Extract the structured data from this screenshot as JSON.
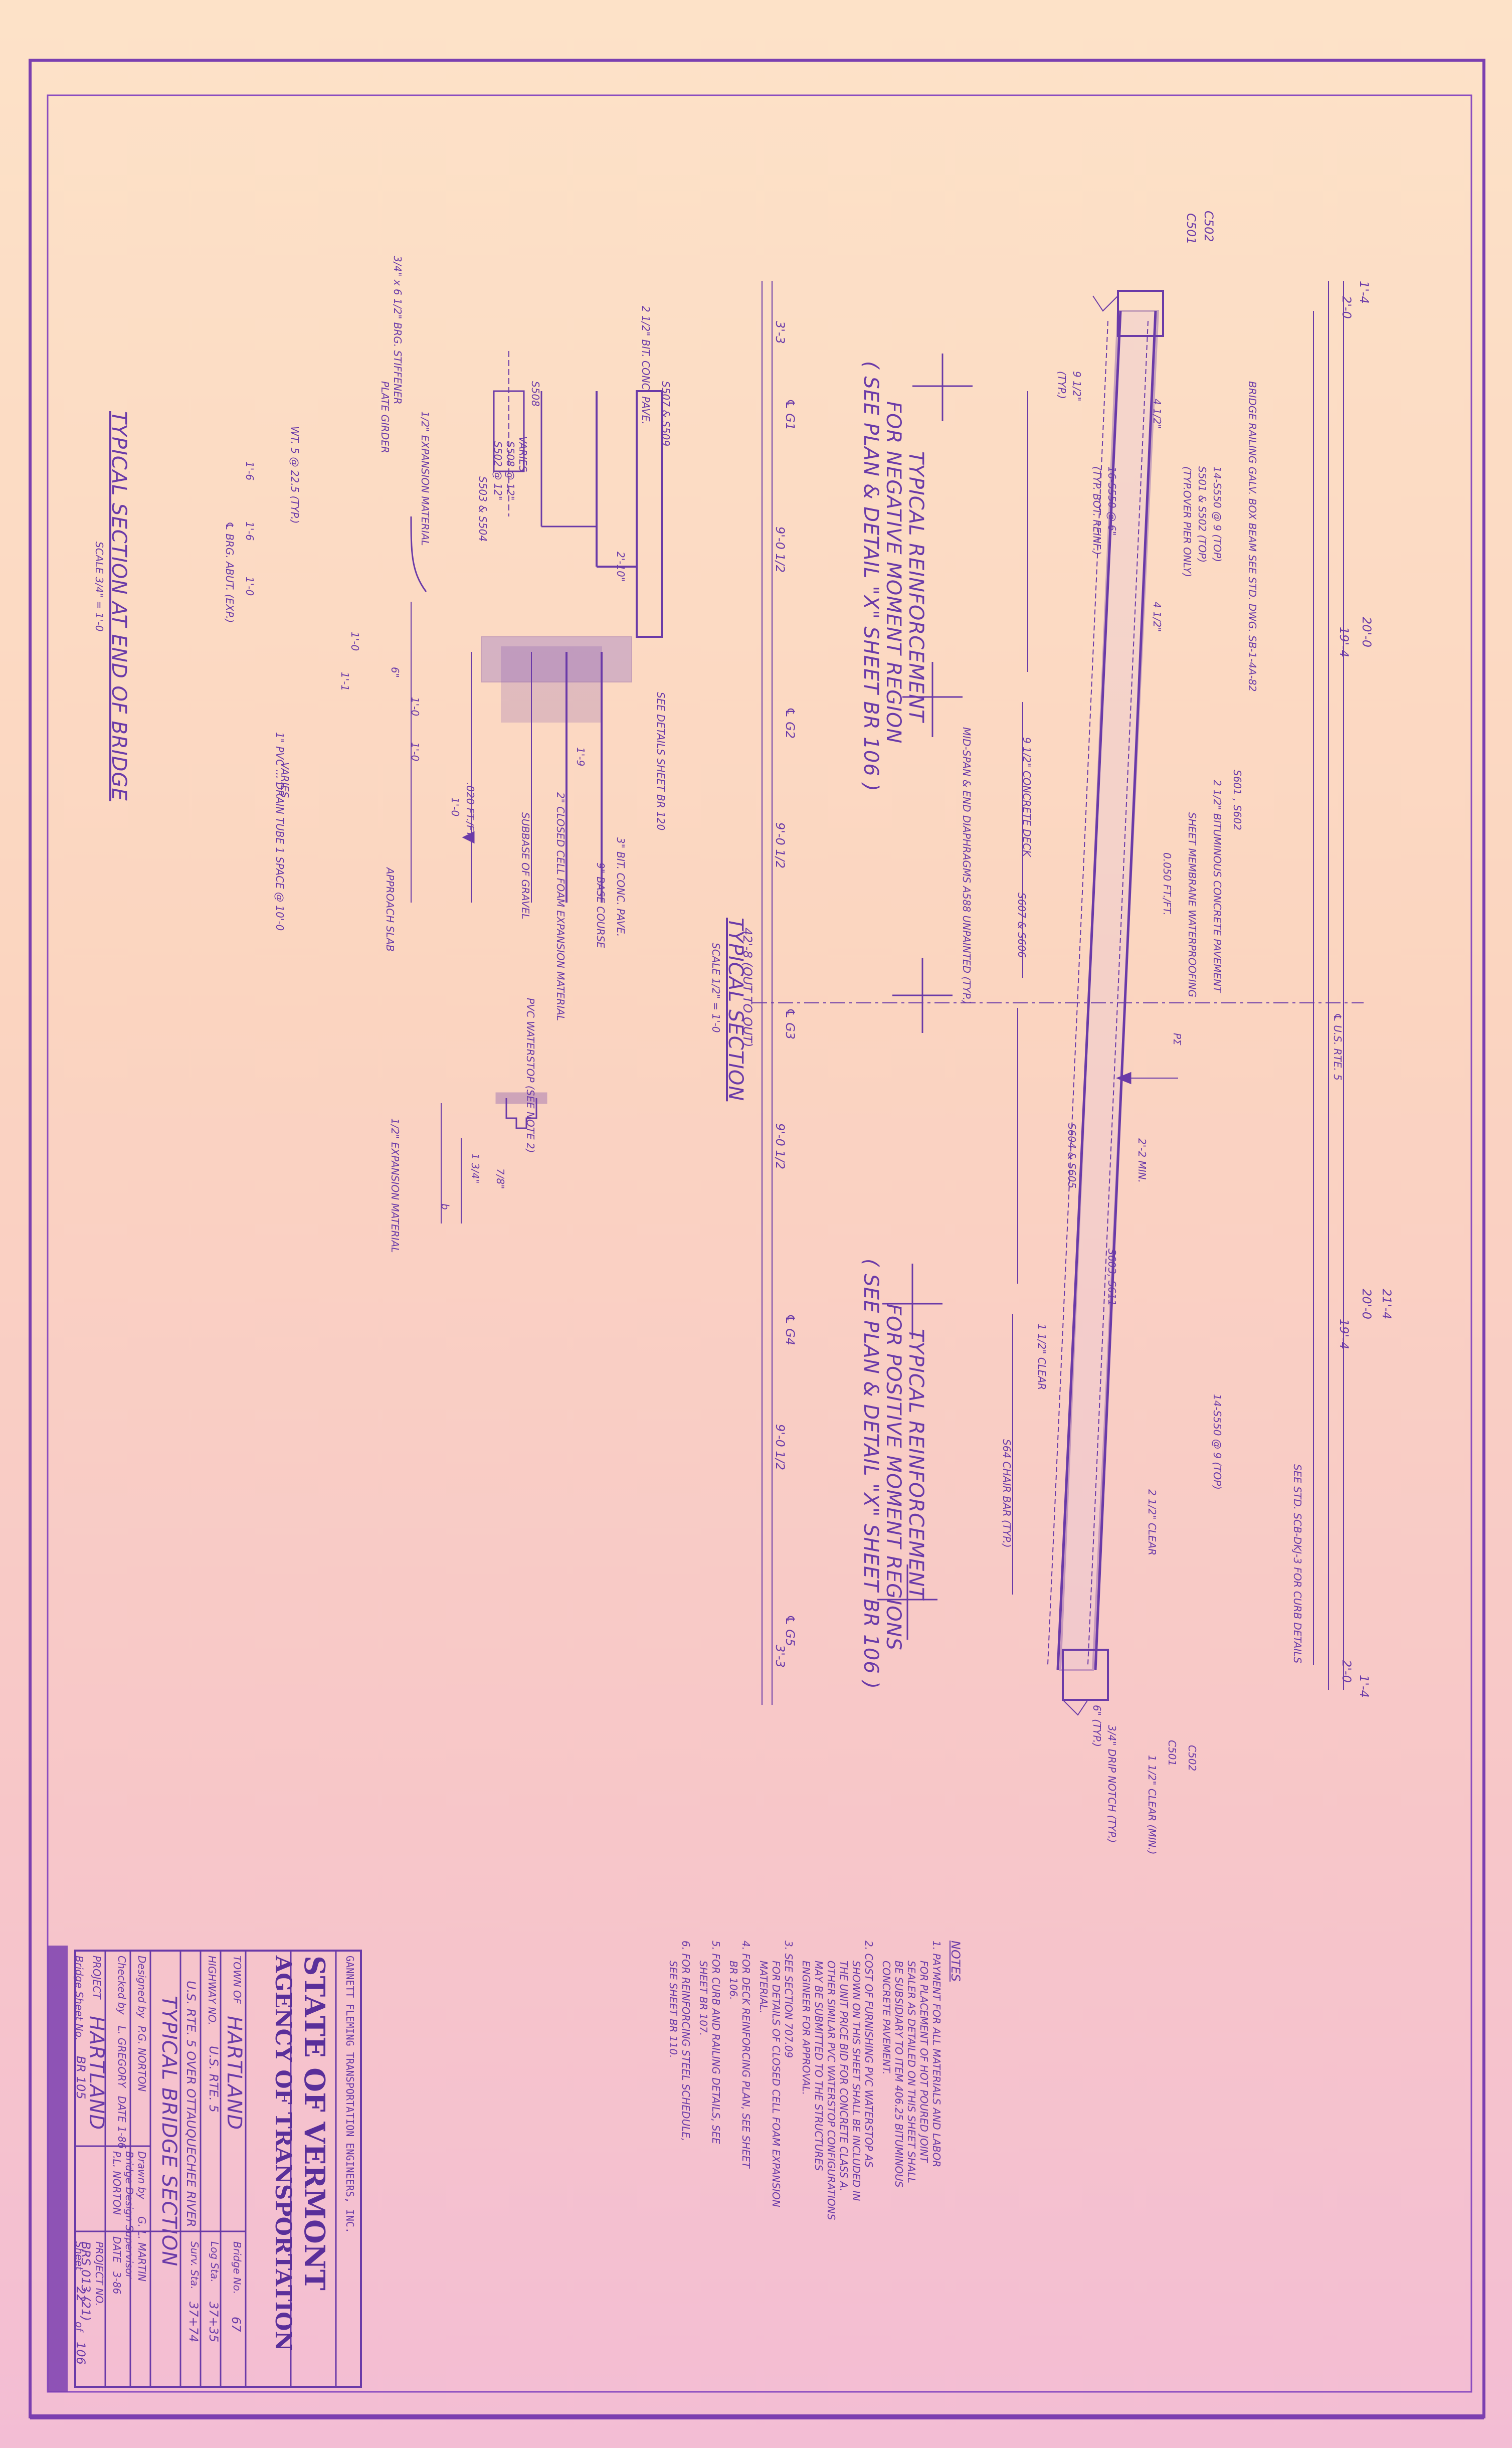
{
  "labels": {
    "c502_top": "C502",
    "c501_top": "C501",
    "dim_2_0_left": "2'-0",
    "dim_1_4_left": "1'-4",
    "dim_20_0": "20'-0",
    "dim_19_4": "19'-4",
    "dim_20_0_b": "20'-0",
    "dim_19_4_b": "19'-4",
    "dim_21_4": "21'-4",
    "dim_2_0_right": "2'-0",
    "dim_1_4_right": "1'-4",
    "railing_note": "BRIDGE RAILING GALV. BOX BEAM SEE STD. DWG. SB-1-4A-82",
    "s550_top": "14-S550 @ 9  (TOP)",
    "s501": "S501 & S502 (TOP)",
    "over_pier": "(TYP.OVER PIER ONLY)",
    "s550_bot": "16-S550 @ 6\"",
    "typ_bot": "(TYP. BOT. REINF.)",
    "depth_half": "9 1/2\"",
    "typ": "(TYP.)",
    "dim_4_1": "4 1/2\"",
    "dim_4_2": "4 1/2\"",
    "s601_s602": "S601 , S602",
    "bit_conc": "2 1/2\" BITUMINOUS CONCRETE PAVEMENT",
    "sheet_mem": "SHEET MEMBRANE WATERPROOFING",
    "slope": "0.050 FT./FT.",
    "p1": "PΣ",
    "us_rte": "℄ U.S. RTE. 5",
    "concrete_deck": "9 1/2\" CONCRETE DECK",
    "s607": "S607 & S606",
    "diaphragm": "MID-SPAN & END DIAPHRAGMS A588 UNPAINTED (TYP.)",
    "dim_2_2": "2'-2 MIN.",
    "s604": "S604 & S605",
    "s603": "S603, S611",
    "clear_1_5": "1 1/2\" CLEAR",
    "s550_top_b": "14-S550 @ 9 (TOP)",
    "clear_2_5": "2 1/2\" CLEAR",
    "chair": "S64 CHAIR BAR (TYP.)",
    "see_std": "SEE STD. SCB-DKJ-3 FOR CURB DETAILS",
    "drip": "3/4\" DRIP NOTCH (TYP.)",
    "clear_min": "1 1/2\" CLEAR (MIN.)",
    "c502_bot": "C502",
    "c501_bot": "C501",
    "dim_6": "6\" (TYP.)",
    "neg_title": "TYPICAL REINFORCEMENT",
    "neg_sub": "FOR NEGATIVE MOMENT REGION",
    "neg_ref": "( SEE PLAN & DETAIL \"X\" SHEET BR 106 )",
    "pos_title": "TYPICAL REINFORCEMENT",
    "pos_sub": "FOR POSITIVE MOMENT REGIONS",
    "pos_ref": "( SEE PLAN & DETAIL \"X\" SHEET BR 106 )",
    "g1": "℄ G1",
    "g2": "℄ G2",
    "g3": "℄ G3",
    "g4": "℄ G4",
    "g5": "℄ G5",
    "s1": "3'-3",
    "s2": "9'-0 1/2",
    "s3": "9'-0 1/2",
    "s4": "9'-0 1/2",
    "s5": "9'-0 1/2",
    "s6": "3'-3",
    "overall": "42'-8 (OUT TO OUT)",
    "typ_section": "TYPICAL SECTION",
    "typ_scale": "SCALE 1/2\" = 1'-0",
    "stiff": "3/4\" x 6 1/2\" BRG. STIFFENER",
    "bit_pave": "2 1/2\" BIT. CONC. PAVE.",
    "s507": "S507 & S509",
    "s508": "S508",
    "varies": "VARIES",
    "s508b": "S508 @ 12\"",
    "s502b": "S502 @ 12\"",
    "s503": "S503 & S504",
    "plate_girder": "PLATE GIRDER",
    "exp_mat": "1/2\" EXPANSION MATERIAL",
    "wt": "WT. 5 @ 22.5 (TYP.)",
    "d_1_6": "1'-6",
    "d_1_6b": "1'-6",
    "brg_abt": "℄ BRG. ABUT. (EXP.)",
    "d_1_0a": "1'-0",
    "d_1_0b": "1'-0",
    "d_1_1": "1'-1",
    "d_6": "6\"",
    "d_2_10": "2'-10\"",
    "see_details": "SEE DETAILS SHEET BR 120",
    "bit_conc3": "3\" BIT. CONC. PAVE.",
    "base": "9\" BASE COURSE",
    "closed_cell": "2\" CLOSED CELL FOAM EXPANSION MATERIAL",
    "subbase": "SUBBASE OF GRAVEL",
    "slope2": ".020 FT./FT.",
    "d_1_0c": "1'-0",
    "d_1_0d": "1'-0",
    "d_1_0e": "1'-0",
    "d_1_9": "1'-9",
    "varies2": "VARIES",
    "drain": "1\" PVC ... DRAIN TUBE 1 SPACE @ 10'-0",
    "approach": "APPROACH SLAB",
    "pvc": "PVC WATERSTOP (SEE NOTE 2)",
    "exp_mat2": "1/2\" EXPANSION MATERIAL",
    "d_1_5": "1 3/4\"",
    "d_7_8": "7/8\"",
    "d_b": "b",
    "end_title": "TYPICAL SECTION AT END OF BRIDGE",
    "end_scale": "SCALE 3/4\" = 1'-0"
  },
  "notes": {
    "heading": "NOTES",
    "n1": "1.  PAYMENT FOR ALL MATERIALS AND LABOR",
    "n1b": "FOR PLACEMENT OF HOT POURED JOINT",
    "n1c": "SEALER AS DETAILED ON THIS SHEET SHALL",
    "n1d": "BE SUBSIDIARY TO ITEM 406.25 BITUMINOUS",
    "n1e": "CONCRETE PAVEMENT.",
    "n2": "2.  COST OF FURNISHING PVC WATERSTOP AS",
    "n2b": "SHOWN ON THIS SHEET SHALL BE INCLUDED IN",
    "n2c": "THE UNIT PRICE BID FOR CONCRETE CLASS A.",
    "n2d": "OTHER SIMILAR PVC WATERSTOP CONFIGURATIONS",
    "n2e": "MAY BE SUBMITTED TO THE STRUCTURES",
    "n2f": "ENGINEER FOR APPROVAL.",
    "n3": "3.  SEE SECTION 707.09",
    "n3b": "FOR DETAILS OF CLOSED CELL FOAM EXPANSION",
    "n3c": "MATERIAL.",
    "n4": "4.  FOR DECK REINFORCING PLAN, SEE SHEET",
    "n4b": "BR 106.",
    "n5": "5.  FOR CURB AND RAILING DETAILS, SEE",
    "n5b": "SHEET BR 107.",
    "n6": "6.  FOR REINFORCING STEEL SCHEDULE,",
    "n6b": "SEE SHEET BR 110."
  },
  "title_block": {
    "firm": "GANNETT FLEMING TRANSPORTATION ENGINEERS, INC.",
    "state": "STATE OF VERMONT",
    "agency": "AGENCY OF TRANSPORTATION",
    "town_label": "TOWN OF",
    "town": "HARTLAND",
    "bridge_no_label": "Bridge No.",
    "bridge_no": "67",
    "highway_label": "HIGHWAY NO.",
    "highway": "U.S. RTE. 5",
    "log_sta_label": "Log Sta.",
    "log_sta": "37+35",
    "surv_sta_label": "Surv. Sta.",
    "surv_sta": "37+74",
    "location": "U.S. RTE. 5 OVER OTTAUQUECHEE RIVER",
    "sheet_title": "TYPICAL BRIDGE SECTION",
    "designed_label": "Designed by",
    "designed": "P.G. NORTON",
    "drawn_label": "Drawn by",
    "drawn": "G. L. MARTIN",
    "checked_label": "Checked by",
    "checked": "L. GREGORY",
    "date1_label": "DATE",
    "date1": "1-86",
    "design_sup_label": "Bridge Design Supervisor",
    "design_sup": "P.L. NORTON",
    "date2_label": "DATE",
    "date2": "3-86",
    "project_label": "PROJECT",
    "project": "HARTLAND",
    "project_no_label": "PROJECT NO.",
    "project_no": "BRS 013 (21)",
    "bridge_sheet_label": "Bridge Sheet No.",
    "bridge_sheet": "BR 105",
    "sheet_label": "Sheet",
    "sheet": "22",
    "of_label": "of",
    "of": "106"
  },
  "colors": {
    "ink": "#6a3aa8",
    "border": "#7b3fb0",
    "paper_top": "#fde2c8",
    "paper_bottom": "#f3bdd4"
  }
}
